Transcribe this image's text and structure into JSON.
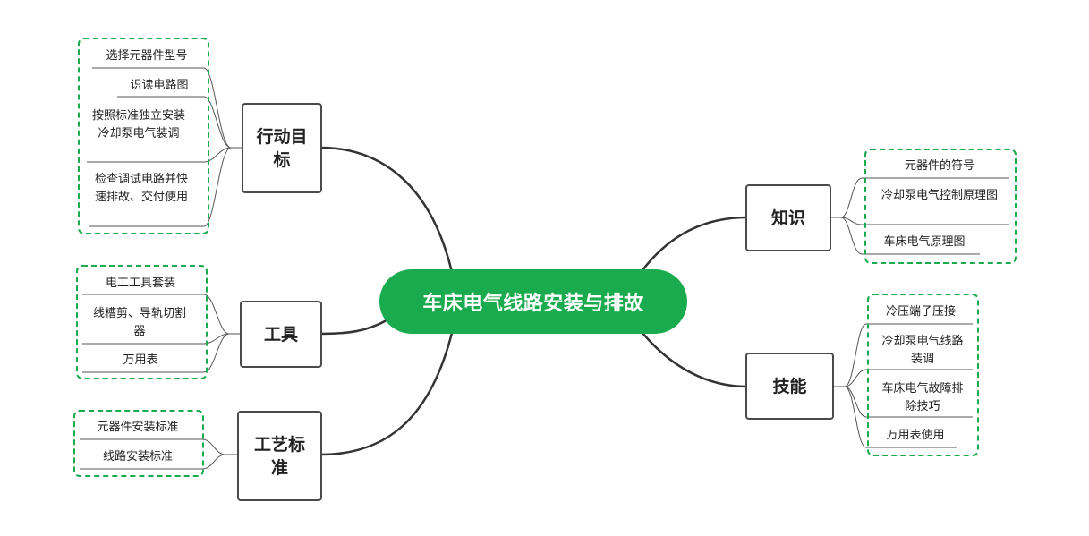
{
  "central": {
    "title": "车床电气线路安装与排故"
  },
  "branches": {
    "goals": {
      "title": "行动目标",
      "items": [
        "选择元器件型号",
        "识读电路图",
        "按照标准独立安装冷却泵电气装调",
        "检查调试电路并快速排故、交付使用"
      ]
    },
    "tools": {
      "title": "工具",
      "items": [
        "电工工具套装",
        "线槽剪、导轨切割器",
        "万用表"
      ]
    },
    "standards": {
      "title": "工艺标准",
      "items": [
        "元器件安装标准",
        "线路安装标准"
      ]
    },
    "knowledge": {
      "title": "知识",
      "items": [
        "元器件的符号",
        "冷却泵电气控制原理图",
        "车床电气原理图"
      ]
    },
    "skills": {
      "title": "技能",
      "items": [
        "冷压端子压接",
        "冷却泵电气线路装调",
        "车床电气故障排除技巧",
        "万用表使用"
      ]
    }
  },
  "colors": {
    "accent": "#1aab4e",
    "border": "#4a4a4a",
    "line": "#333333"
  }
}
